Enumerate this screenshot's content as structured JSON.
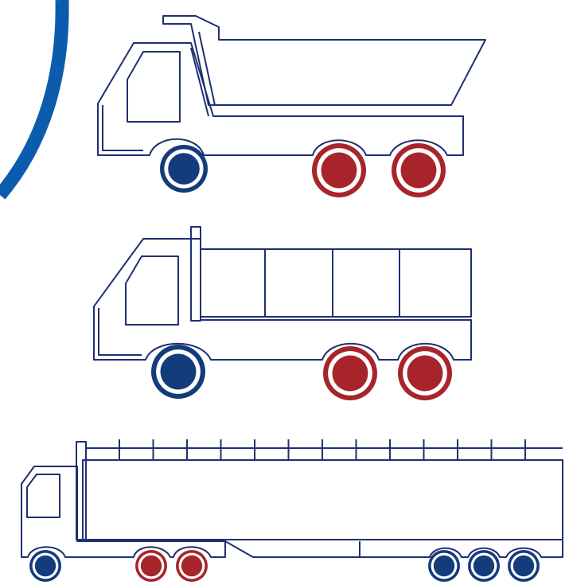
{
  "colors": {
    "outline": "#1f2f73",
    "front_axle": "#143c7c",
    "drive_axle": "#a8242b",
    "arc": "#0b5cad",
    "background": "#ffffff"
  },
  "vehicles": [
    {
      "type": "dump-truck",
      "wheels": [
        "front",
        "drive",
        "drive"
      ]
    },
    {
      "type": "box-truck",
      "wheels": [
        "front",
        "drive",
        "drive"
      ]
    },
    {
      "type": "semi-trailer",
      "wheels": [
        "front",
        "drive",
        "drive",
        "trailer",
        "trailer",
        "trailer"
      ]
    }
  ],
  "decoration": {
    "arc": "corner-arc"
  }
}
